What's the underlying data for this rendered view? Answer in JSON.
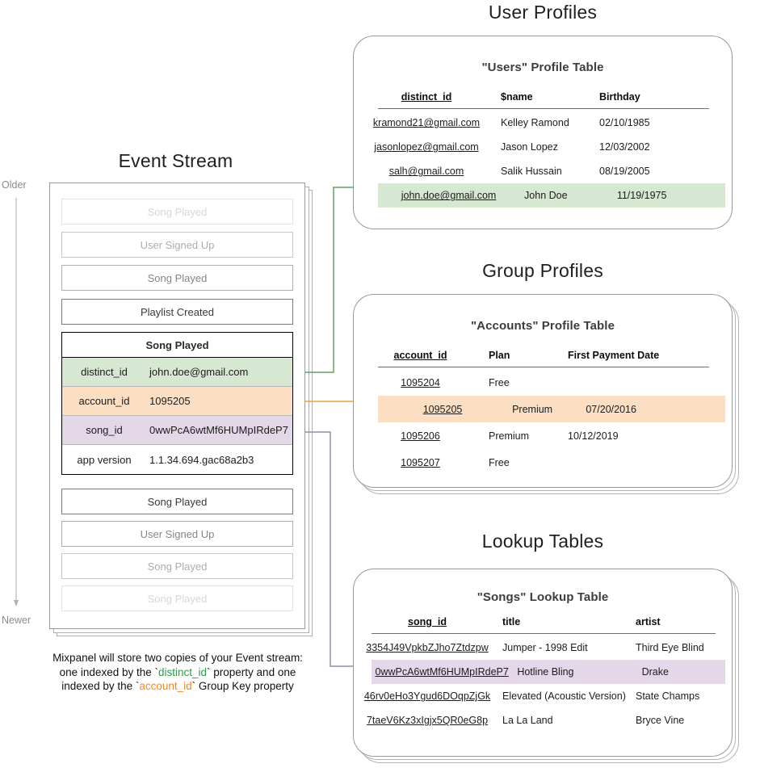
{
  "sections": {
    "user_profiles_title": "User Profiles",
    "group_profiles_title": "Group Profiles",
    "lookup_tables_title": "Lookup Tables",
    "event_stream_title": "Event Stream"
  },
  "timeline": {
    "older_label": "Older",
    "newer_label": "Newer"
  },
  "event_stream": {
    "faded_top": [
      {
        "label": "Song Played",
        "fade": "f1"
      },
      {
        "label": "User Signed Up",
        "fade": "f2"
      },
      {
        "label": "Song Played",
        "fade": "f3"
      },
      {
        "label": "Playlist Created",
        "fade": "f4"
      }
    ],
    "selected_event": {
      "name": "Song Played",
      "properties": [
        {
          "key": "distinct_id",
          "value": "john.doe@gmail.com",
          "highlight": "green"
        },
        {
          "key": "account_id",
          "value": "1095205",
          "highlight": "orange"
        },
        {
          "key": "song_id",
          "value": "0wwPcA6wtMf6HUMpIRdeP7",
          "highlight": "purple"
        },
        {
          "key": "app version",
          "value": "1.1.34.694.gac68a2b3",
          "highlight": "none"
        }
      ]
    },
    "faded_bottom": [
      {
        "label": "Song Played",
        "fade": "f4"
      },
      {
        "label": "User Signed Up",
        "fade": "f3"
      },
      {
        "label": "Song Played",
        "fade": "f2"
      },
      {
        "label": "Song Played",
        "fade": "f1"
      }
    ]
  },
  "users_table": {
    "title": "\"Users\" Profile Table",
    "columns": [
      "distinct_id",
      "$name",
      "Birthday"
    ],
    "rows": [
      {
        "cells": [
          "kramond21@gmail.com",
          "Kelley Ramond",
          "02/10/1985"
        ],
        "highlight": "none"
      },
      {
        "cells": [
          "jasonlopez@gmail.com",
          "Jason Lopez",
          "12/03/2002"
        ],
        "highlight": "none"
      },
      {
        "cells": [
          "salh@gmail.com",
          "Salik Hussain",
          "08/19/2005"
        ],
        "highlight": "none"
      },
      {
        "cells": [
          "john.doe@gmail.com",
          "John Doe",
          "11/19/1975"
        ],
        "highlight": "green"
      }
    ]
  },
  "accounts_table": {
    "title": "\"Accounts\" Profile Table",
    "columns": [
      "account_id",
      "Plan",
      "First Payment Date"
    ],
    "rows": [
      {
        "cells": [
          "1095204",
          "Free",
          ""
        ],
        "highlight": "none"
      },
      {
        "cells": [
          "1095205",
          "Premium",
          "07/20/2016"
        ],
        "highlight": "orange"
      },
      {
        "cells": [
          "1095206",
          "Premium",
          "10/12/2019"
        ],
        "highlight": "none"
      },
      {
        "cells": [
          "1095207",
          "Free",
          ""
        ],
        "highlight": "none"
      }
    ]
  },
  "songs_table": {
    "title": "\"Songs\" Lookup Table",
    "columns": [
      "song_id",
      "title",
      "artist"
    ],
    "rows": [
      {
        "cells": [
          "3354J49VpkbZJho7Ztdzpw",
          "Jumper - 1998 Edit",
          "Third Eye Blind"
        ],
        "highlight": "none"
      },
      {
        "cells": [
          "0wwPcA6wtMf6HUMpIRdeP7",
          "Hotline Bling",
          "Drake"
        ],
        "highlight": "purple"
      },
      {
        "cells": [
          "46rv0eHo3Ygud6DOqpZjGk",
          "Elevated (Acoustic Version)",
          "State Champs"
        ],
        "highlight": "none"
      },
      {
        "cells": [
          "7taeV6Kz3xIgjx5QR0eG8p",
          "La La Land",
          "Bryce Vine"
        ],
        "highlight": "none"
      }
    ]
  },
  "caption": {
    "line1": "Mixpanel will store two copies of your Event stream:",
    "line2_a": "one indexed by the `",
    "line2_token": "distinct_id",
    "line2_b": "` property and one",
    "line3_a": "indexed by the `",
    "line3_token": "account_id",
    "line3_b": "` Group Key property"
  },
  "colors": {
    "green_highlight": "#d6e7d2",
    "orange_highlight": "#fcdfc2",
    "purple_highlight": "#e4d7e8",
    "green_arrow": "#5fa463",
    "orange_arrow": "#e8a33d",
    "purple_arrow": "#9b8aa6",
    "card_border": "#9a9a9a"
  }
}
